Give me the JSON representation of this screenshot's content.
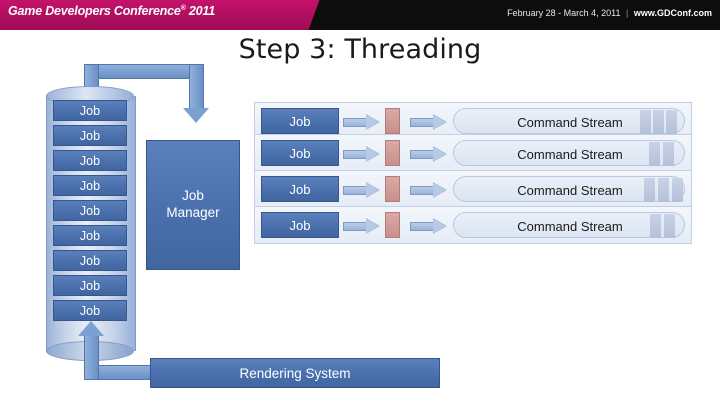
{
  "banner": {
    "logo_text": "Game Developers Conference",
    "logo_reg": "®",
    "logo_year": "2011",
    "dates": "February 28 - March 4, 2011",
    "separator": "|",
    "site": "www.GDConf.com"
  },
  "slide": {
    "title": "Step 3: Threading",
    "job_manager_line1": "Job",
    "job_manager_line2": "Manager",
    "rendering_system": "Rendering System",
    "stack_jobs": [
      "Job",
      "Job",
      "Job",
      "Job",
      "Job",
      "Job",
      "Job",
      "Job",
      "Job"
    ],
    "rows": [
      {
        "job_label": "Job",
        "stream_label": "Command Stream"
      },
      {
        "job_label": "Job",
        "stream_label": "Command Stream"
      },
      {
        "job_label": "Job",
        "stream_label": "Command Stream"
      },
      {
        "job_label": "Job",
        "stream_label": "Command Stream"
      }
    ]
  },
  "colors": {
    "brand_pink": "#c4126b",
    "box_blue": "#4a70ad",
    "accent_red": "#c98f8b",
    "stream_fill": "#e6ecf6"
  }
}
